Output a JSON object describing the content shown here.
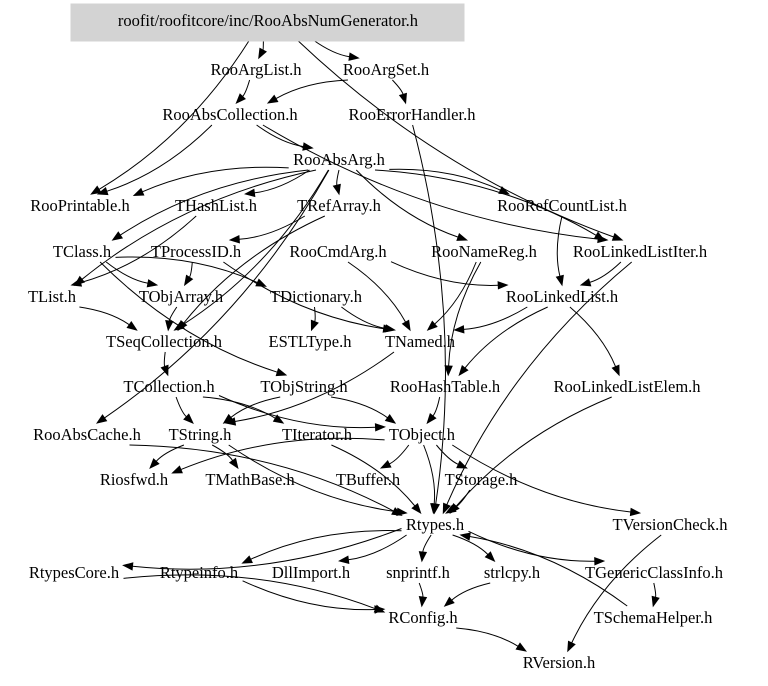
{
  "diagram": {
    "type": "include-dependency-graph",
    "root": "roofit/roofitcore/inc/RooAbsNumGenerator.h",
    "colors": {
      "root_fill": "#d3d3d3",
      "edge": "#000000",
      "text": "#000000",
      "background": "#ffffff"
    },
    "nodes": [
      {
        "id": "root",
        "label": "roofit/roofitcore/inc/RooAbsNumGenerator.h"
      },
      {
        "id": "RooArgList",
        "label": "RooArgList.h"
      },
      {
        "id": "RooArgSet",
        "label": "RooArgSet.h"
      },
      {
        "id": "RooAbsCollection",
        "label": "RooAbsCollection.h"
      },
      {
        "id": "RooErrorHandler",
        "label": "RooErrorHandler.h"
      },
      {
        "id": "RooAbsArg",
        "label": "RooAbsArg.h"
      },
      {
        "id": "RooPrintable",
        "label": "RooPrintable.h"
      },
      {
        "id": "THashList",
        "label": "THashList.h"
      },
      {
        "id": "TRefArray",
        "label": "TRefArray.h"
      },
      {
        "id": "RooRefCountList",
        "label": "RooRefCountList.h"
      },
      {
        "id": "TClass",
        "label": "TClass.h"
      },
      {
        "id": "TProcessID",
        "label": "TProcessID.h"
      },
      {
        "id": "RooCmdArg",
        "label": "RooCmdArg.h"
      },
      {
        "id": "RooNameReg",
        "label": "RooNameReg.h"
      },
      {
        "id": "RooLinkedListIter",
        "label": "RooLinkedListIter.h"
      },
      {
        "id": "TList",
        "label": "TList.h"
      },
      {
        "id": "TObjArray",
        "label": "TObjArray.h"
      },
      {
        "id": "TDictionary",
        "label": "TDictionary.h"
      },
      {
        "id": "RooLinkedList",
        "label": "RooLinkedList.h"
      },
      {
        "id": "TSeqCollection",
        "label": "TSeqCollection.h"
      },
      {
        "id": "ESTLType",
        "label": "ESTLType.h"
      },
      {
        "id": "TNamed",
        "label": "TNamed.h"
      },
      {
        "id": "TCollection",
        "label": "TCollection.h"
      },
      {
        "id": "TObjString",
        "label": "TObjString.h"
      },
      {
        "id": "RooHashTable",
        "label": "RooHashTable.h"
      },
      {
        "id": "RooLinkedListElem",
        "label": "RooLinkedListElem.h"
      },
      {
        "id": "RooAbsCache",
        "label": "RooAbsCache.h"
      },
      {
        "id": "TString",
        "label": "TString.h"
      },
      {
        "id": "TIterator",
        "label": "TIterator.h"
      },
      {
        "id": "TObject",
        "label": "TObject.h"
      },
      {
        "id": "Riosfwd",
        "label": "Riosfwd.h"
      },
      {
        "id": "TMathBase",
        "label": "TMathBase.h"
      },
      {
        "id": "TBuffer",
        "label": "TBuffer.h"
      },
      {
        "id": "TStorage",
        "label": "TStorage.h"
      },
      {
        "id": "Rtypes",
        "label": "Rtypes.h"
      },
      {
        "id": "TVersionCheck",
        "label": "TVersionCheck.h"
      },
      {
        "id": "RtypesCore",
        "label": "RtypesCore.h"
      },
      {
        "id": "Rtypeinfo",
        "label": "Rtypeinfo.h"
      },
      {
        "id": "DllImport",
        "label": "DllImport.h"
      },
      {
        "id": "snprintf",
        "label": "snprintf.h"
      },
      {
        "id": "strlcpy",
        "label": "strlcpy.h"
      },
      {
        "id": "TGenericClassInfo",
        "label": "TGenericClassInfo.h"
      },
      {
        "id": "RConfig",
        "label": "RConfig.h"
      },
      {
        "id": "TSchemaHelper",
        "label": "TSchemaHelper.h"
      },
      {
        "id": "RVersion",
        "label": "RVersion.h"
      }
    ],
    "edges": [
      [
        "root",
        "RooArgList"
      ],
      [
        "root",
        "RooArgSet"
      ],
      [
        "root",
        "RooPrintable"
      ],
      [
        "root",
        "RooLinkedListIter"
      ],
      [
        "RooArgList",
        "RooAbsCollection"
      ],
      [
        "RooArgSet",
        "RooAbsCollection"
      ],
      [
        "RooArgSet",
        "RooErrorHandler"
      ],
      [
        "RooAbsCollection",
        "RooAbsArg"
      ],
      [
        "RooAbsCollection",
        "RooPrintable"
      ],
      [
        "RooAbsCollection",
        "RooLinkedListIter"
      ],
      [
        "RooErrorHandler",
        "Rtypes"
      ],
      [
        "RooAbsArg",
        "RooPrintable"
      ],
      [
        "RooAbsArg",
        "THashList"
      ],
      [
        "RooAbsArg",
        "TRefArray"
      ],
      [
        "RooAbsArg",
        "RooRefCountList"
      ],
      [
        "RooAbsArg",
        "RooNameReg"
      ],
      [
        "RooAbsArg",
        "RooLinkedListIter"
      ],
      [
        "RooAbsArg",
        "TClass"
      ],
      [
        "RooAbsArg",
        "RooAbsCache"
      ],
      [
        "RooAbsArg",
        "TList"
      ],
      [
        "RooAbsArg",
        "TSeqCollection"
      ],
      [
        "RooRefCountList",
        "RooLinkedList"
      ],
      [
        "TRefArray",
        "TProcessID"
      ],
      [
        "TRefArray",
        "TSeqCollection"
      ],
      [
        "THashList",
        "TList"
      ],
      [
        "TClass",
        "TObjArray"
      ],
      [
        "TClass",
        "TDictionary"
      ],
      [
        "TClass",
        "TObjString"
      ],
      [
        "TProcessID",
        "TObjArray"
      ],
      [
        "TProcessID",
        "TNamed"
      ],
      [
        "RooCmdArg",
        "TNamed"
      ],
      [
        "RooCmdArg",
        "RooLinkedList"
      ],
      [
        "RooNameReg",
        "TNamed"
      ],
      [
        "RooNameReg",
        "RooHashTable"
      ],
      [
        "RooLinkedListIter",
        "RooLinkedList"
      ],
      [
        "RooLinkedListIter",
        "Rtypes"
      ],
      [
        "TList",
        "TSeqCollection"
      ],
      [
        "TObjArray",
        "TSeqCollection"
      ],
      [
        "TDictionary",
        "ESTLType"
      ],
      [
        "TDictionary",
        "TNamed"
      ],
      [
        "RooLinkedList",
        "TNamed"
      ],
      [
        "RooLinkedList",
        "RooHashTable"
      ],
      [
        "RooLinkedList",
        "RooLinkedListElem"
      ],
      [
        "TSeqCollection",
        "TCollection"
      ],
      [
        "TNamed",
        "TString"
      ],
      [
        "TCollection",
        "TObject"
      ],
      [
        "TCollection",
        "TIterator"
      ],
      [
        "TCollection",
        "TString"
      ],
      [
        "TObjString",
        "TObject"
      ],
      [
        "TObjString",
        "TString"
      ],
      [
        "RooHashTable",
        "TObject"
      ],
      [
        "RooLinkedListElem",
        "Rtypes"
      ],
      [
        "RooAbsCache",
        "Rtypes"
      ],
      [
        "TString",
        "Riosfwd"
      ],
      [
        "TString",
        "TMathBase"
      ],
      [
        "TString",
        "Rtypes"
      ],
      [
        "TIterator",
        "Rtypes"
      ],
      [
        "TObject",
        "Riosfwd"
      ],
      [
        "TObject",
        "TBuffer"
      ],
      [
        "TObject",
        "TStorage"
      ],
      [
        "TObject",
        "Rtypes"
      ],
      [
        "TObject",
        "TVersionCheck"
      ],
      [
        "TStorage",
        "Rtypes"
      ],
      [
        "TVersionCheck",
        "RVersion"
      ],
      [
        "Rtypes",
        "RtypesCore"
      ],
      [
        "Rtypes",
        "Rtypeinfo"
      ],
      [
        "Rtypes",
        "DllImport"
      ],
      [
        "Rtypes",
        "snprintf"
      ],
      [
        "Rtypes",
        "strlcpy"
      ],
      [
        "Rtypes",
        "TGenericClassInfo"
      ],
      [
        "RtypesCore",
        "RConfig"
      ],
      [
        "Rtypeinfo",
        "RConfig"
      ],
      [
        "snprintf",
        "RConfig"
      ],
      [
        "strlcpy",
        "RConfig"
      ],
      [
        "TGenericClassInfo",
        "TSchemaHelper"
      ],
      [
        "TSchemaHelper",
        "Rtypes"
      ],
      [
        "RConfig",
        "RVersion"
      ]
    ]
  }
}
